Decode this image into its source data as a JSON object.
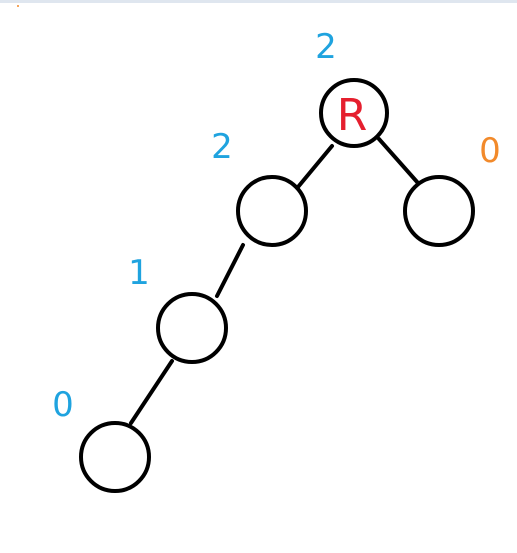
{
  "colors": {
    "blue": "#1fa3df",
    "orange": "#f28a2b",
    "red": "#e51f2e"
  },
  "diagram": {
    "root_label": "R",
    "heights": {
      "root": "2",
      "left_child": "2",
      "right_child": "0",
      "left_left_child": "1",
      "leaf": "0"
    }
  }
}
